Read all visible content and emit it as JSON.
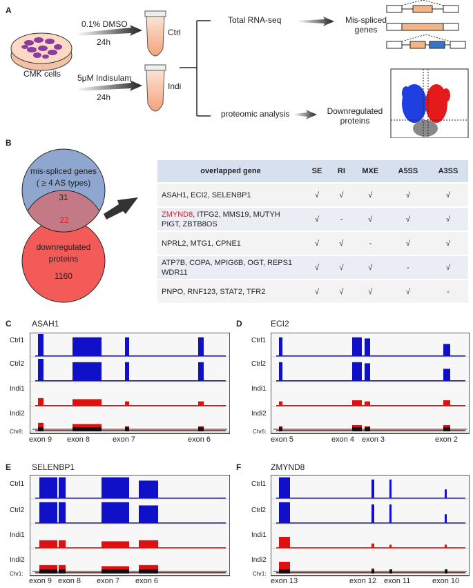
{
  "panelA": {
    "label": "A",
    "cells": "CMK cells",
    "dmso_dose": "0.1% DMSO",
    "dmso_time": "24h",
    "indi_dose": "5μM Indisulam",
    "indi_time": "24h",
    "ctrl": "Ctrl",
    "indi": "Indi",
    "rnaseq": "Total RNA-seq",
    "proteomic": "proteomic analysis",
    "missp_1": "Mis-spliced",
    "missp_2": "genes",
    "down_1": "Downregulated",
    "down_2": "proteins"
  },
  "panelB": {
    "label": "B",
    "venn_top_1": "mis-spliced genes",
    "venn_top_2": "( ≥ 4 AS types)",
    "venn_top_count": "31",
    "venn_overlap": "22",
    "venn_bottom_1": "downregulated",
    "venn_bottom_2": "proteins",
    "venn_bottom_count": "1160",
    "headers": [
      "overlapped gene",
      "SE",
      "RI",
      "MXE",
      "A5SS",
      "A3SS"
    ],
    "rows": [
      {
        "highlight": "",
        "genes1": "ASAH1, ECI2, SELENBP1",
        "genes2": "",
        "cells": [
          "√",
          "√",
          "√",
          "√",
          "√"
        ]
      },
      {
        "highlight": "ZMYND8",
        "genes1": ", ITFG2, MMS19, MUTYH",
        "genes2": "PIGT, ZBTB8OS",
        "cells": [
          "√",
          "-",
          "√",
          "√",
          "√"
        ]
      },
      {
        "highlight": "",
        "genes1": "NPRL2, MTG1, CPNE1",
        "genes2": "",
        "cells": [
          "√",
          "√",
          "-",
          "√",
          "√"
        ]
      },
      {
        "highlight": "",
        "genes1": "ATP7B, COPA, MPIG6B, OGT, REPS1",
        "genes2": "WDR11",
        "cells": [
          "√",
          "√",
          "√",
          "-",
          "√"
        ]
      },
      {
        "highlight": "",
        "genes1": "PNPO, RNF123, STAT2, TFR2",
        "genes2": "",
        "cells": [
          "√",
          "√",
          "√",
          "√",
          "-"
        ]
      }
    ]
  },
  "tracks": {
    "C": {
      "label": "C",
      "title": "ASAH1",
      "chr": "Chr8:",
      "samples": [
        "Ctrl1",
        "Ctrl2",
        "Indi1",
        "Indi2"
      ],
      "exons": [
        "exon 9",
        "exon 8",
        "exon 7",
        "exon 6"
      ]
    },
    "D": {
      "label": "D",
      "title": "ECI2",
      "chr": "Chr6:",
      "samples": [
        "Ctrl1",
        "Ctrl2",
        "Indi1",
        "Indi2"
      ],
      "exons": [
        "exon 5",
        "exon 4",
        "exon 3",
        "exon 2"
      ]
    },
    "E": {
      "label": "E",
      "title": "SELENBP1",
      "chr": "Chr1:",
      "samples": [
        "Ctrl1",
        "Ctrl2",
        "Indi1",
        "Indi2"
      ],
      "exons": [
        "exon 9",
        "exon 8",
        "exon 7",
        "exon 6"
      ]
    },
    "F": {
      "label": "F",
      "title": "ZMYND8",
      "chr": "Chr1:",
      "samples": [
        "Ctrl1",
        "Ctrl2",
        "Indi1",
        "Indi2"
      ],
      "exons": [
        "exon 13",
        "exon 12",
        "exon 11",
        "exon 10"
      ]
    }
  },
  "colors": {
    "ctrl": "#1010c8",
    "indi": "#e01010",
    "venn_top": "#8fa7cf",
    "venn_bottom": "#f25b57",
    "highlight": "#e02020"
  }
}
